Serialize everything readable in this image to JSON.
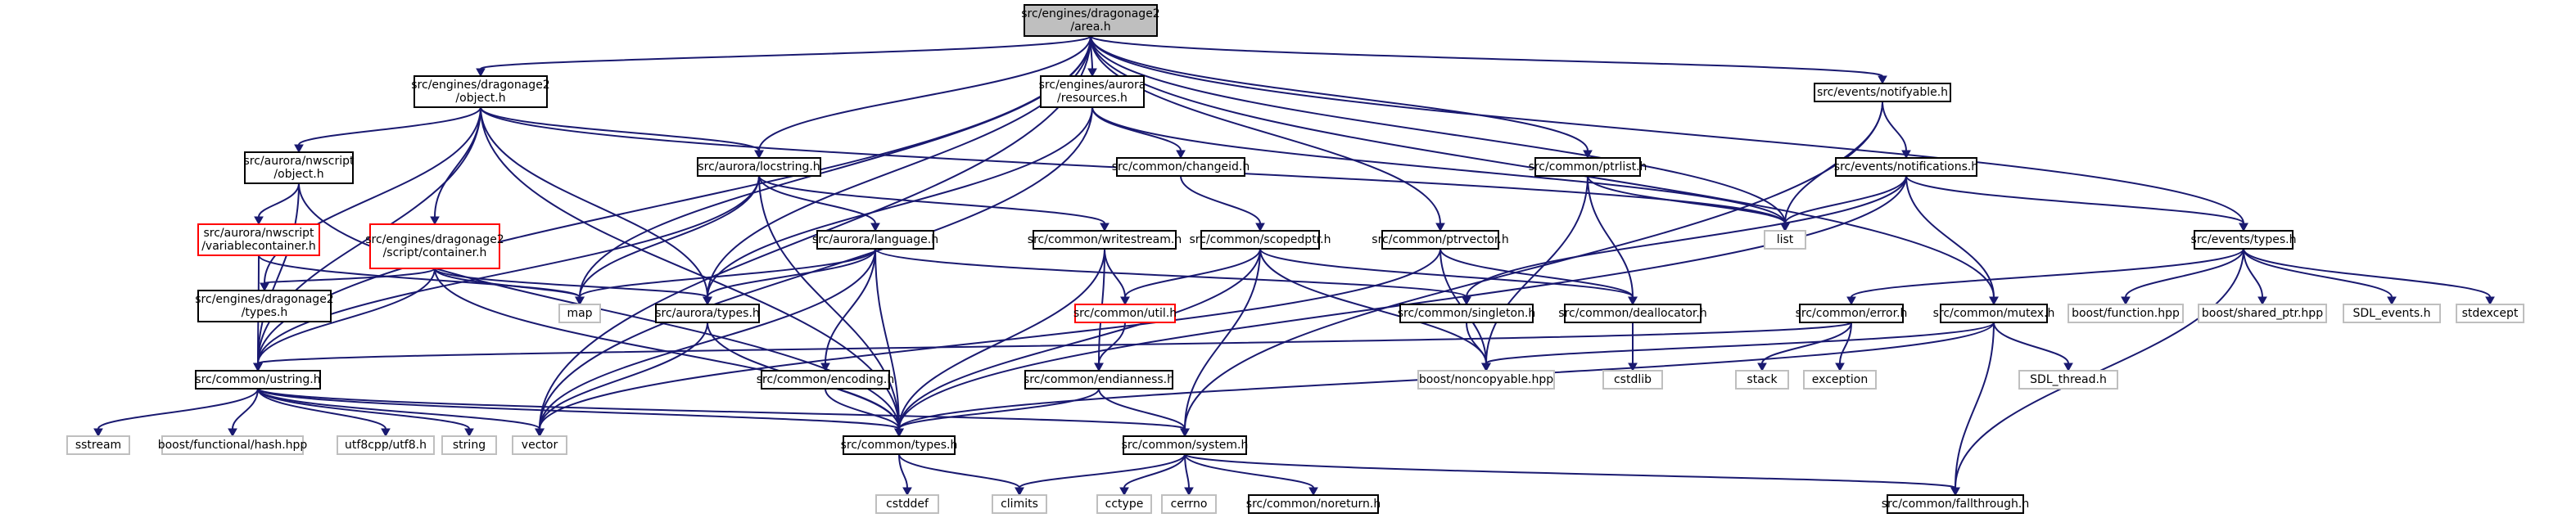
{
  "colors": {
    "edge": "#191970",
    "node_border": "#000000",
    "node_border_external": "#bfbfbf",
    "node_border_truncated": "#ff0000",
    "root_fill": "#bfbfbf",
    "fill": "#ffffff",
    "text": "#000000"
  },
  "nodes": [
    {
      "id": "area",
      "lines": [
        "src/engines/dragonage2",
        "/area.h"
      ],
      "kind": "root"
    },
    {
      "id": "d2object",
      "lines": [
        "src/engines/dragonage2",
        "/object.h"
      ],
      "kind": "normal"
    },
    {
      "id": "resources",
      "lines": [
        "src/engines/aurora",
        "/resources.h"
      ],
      "kind": "normal"
    },
    {
      "id": "notifyable",
      "lines": [
        "src/events/notifyable.h"
      ],
      "kind": "normal"
    },
    {
      "id": "nwobject",
      "lines": [
        "src/aurora/nwscript",
        "/object.h"
      ],
      "kind": "normal"
    },
    {
      "id": "locstring",
      "lines": [
        "src/aurora/locstring.h"
      ],
      "kind": "normal"
    },
    {
      "id": "changeid",
      "lines": [
        "src/common/changeid.h"
      ],
      "kind": "normal"
    },
    {
      "id": "ptrlist",
      "lines": [
        "src/common/ptrlist.h"
      ],
      "kind": "normal"
    },
    {
      "id": "notifications",
      "lines": [
        "src/events/notifications.h"
      ],
      "kind": "normal"
    },
    {
      "id": "varcontainer",
      "lines": [
        "src/aurora/nwscript",
        "/variablecontainer.h"
      ],
      "kind": "truncated"
    },
    {
      "id": "scriptcontainer",
      "lines": [
        "src/engines/dragonage2",
        "/script/container.h"
      ],
      "kind": "truncated"
    },
    {
      "id": "language",
      "lines": [
        "src/aurora/language.h"
      ],
      "kind": "normal"
    },
    {
      "id": "writestream",
      "lines": [
        "src/common/writestream.h"
      ],
      "kind": "normal"
    },
    {
      "id": "scopedptr",
      "lines": [
        "src/common/scopedptr.h"
      ],
      "kind": "normal"
    },
    {
      "id": "ptrvector",
      "lines": [
        "src/common/ptrvector.h"
      ],
      "kind": "normal"
    },
    {
      "id": "list",
      "lines": [
        "list"
      ],
      "kind": "external"
    },
    {
      "id": "eventstypes",
      "lines": [
        "src/events/types.h"
      ],
      "kind": "normal"
    },
    {
      "id": "d2types",
      "lines": [
        "src/engines/dragonage2",
        "/types.h"
      ],
      "kind": "normal"
    },
    {
      "id": "map",
      "lines": [
        "map"
      ],
      "kind": "external"
    },
    {
      "id": "auroratypes",
      "lines": [
        "src/aurora/types.h"
      ],
      "kind": "normal"
    },
    {
      "id": "util",
      "lines": [
        "src/common/util.h"
      ],
      "kind": "truncated"
    },
    {
      "id": "singleton",
      "lines": [
        "src/common/singleton.h"
      ],
      "kind": "normal"
    },
    {
      "id": "deallocator",
      "lines": [
        "src/common/deallocator.h"
      ],
      "kind": "normal"
    },
    {
      "id": "error",
      "lines": [
        "src/common/error.h"
      ],
      "kind": "normal"
    },
    {
      "id": "mutex",
      "lines": [
        "src/common/mutex.h"
      ],
      "kind": "normal"
    },
    {
      "id": "boostfunction",
      "lines": [
        "boost/function.hpp"
      ],
      "kind": "external"
    },
    {
      "id": "boostshared",
      "lines": [
        "boost/shared_ptr.hpp"
      ],
      "kind": "external"
    },
    {
      "id": "sdlevents",
      "lines": [
        "SDL_events.h"
      ],
      "kind": "external"
    },
    {
      "id": "stdexcept",
      "lines": [
        "stdexcept"
      ],
      "kind": "external"
    },
    {
      "id": "ustring",
      "lines": [
        "src/common/ustring.h"
      ],
      "kind": "normal"
    },
    {
      "id": "encoding",
      "lines": [
        "src/common/encoding.h"
      ],
      "kind": "normal"
    },
    {
      "id": "endianness",
      "lines": [
        "src/common/endianness.h"
      ],
      "kind": "normal"
    },
    {
      "id": "cstdlib",
      "lines": [
        "cstdlib"
      ],
      "kind": "external"
    },
    {
      "id": "noncopyable",
      "lines": [
        "boost/noncopyable.hpp"
      ],
      "kind": "external"
    },
    {
      "id": "stack",
      "lines": [
        "stack"
      ],
      "kind": "external"
    },
    {
      "id": "exception",
      "lines": [
        "exception"
      ],
      "kind": "external"
    },
    {
      "id": "sdlthread",
      "lines": [
        "SDL_thread.h"
      ],
      "kind": "external"
    },
    {
      "id": "sstream",
      "lines": [
        "sstream"
      ],
      "kind": "external"
    },
    {
      "id": "boosthash",
      "lines": [
        "boost/functional/hash.hpp"
      ],
      "kind": "external"
    },
    {
      "id": "utf8",
      "lines": [
        "utf8cpp/utf8.h"
      ],
      "kind": "external"
    },
    {
      "id": "string",
      "lines": [
        "string"
      ],
      "kind": "external"
    },
    {
      "id": "vector",
      "lines": [
        "vector"
      ],
      "kind": "external"
    },
    {
      "id": "commontypes",
      "lines": [
        "src/common/types.h"
      ],
      "kind": "normal"
    },
    {
      "id": "system",
      "lines": [
        "src/common/system.h"
      ],
      "kind": "normal"
    },
    {
      "id": "cstddef",
      "lines": [
        "cstddef"
      ],
      "kind": "external"
    },
    {
      "id": "climits",
      "lines": [
        "climits"
      ],
      "kind": "external"
    },
    {
      "id": "cctype",
      "lines": [
        "cctype"
      ],
      "kind": "external"
    },
    {
      "id": "cerrno",
      "lines": [
        "cerrno"
      ],
      "kind": "external"
    },
    {
      "id": "noreturn",
      "lines": [
        "src/common/noreturn.h"
      ],
      "kind": "normal"
    },
    {
      "id": "fallthrough",
      "lines": [
        "src/common/fallthrough.h"
      ],
      "kind": "normal"
    }
  ],
  "edges": [
    [
      "area",
      "d2object"
    ],
    [
      "area",
      "resources"
    ],
    [
      "area",
      "notifyable"
    ],
    [
      "area",
      "locstring"
    ],
    [
      "area",
      "ptrlist"
    ],
    [
      "area",
      "ptrvector"
    ],
    [
      "area",
      "list"
    ],
    [
      "area",
      "map"
    ],
    [
      "area",
      "auroratypes"
    ],
    [
      "area",
      "eventstypes"
    ],
    [
      "area",
      "mutex"
    ],
    [
      "area",
      "ustring"
    ],
    [
      "area",
      "vector"
    ],
    [
      "d2object",
      "nwobject"
    ],
    [
      "d2object",
      "locstring"
    ],
    [
      "d2object",
      "scriptcontainer"
    ],
    [
      "d2object",
      "d2types"
    ],
    [
      "d2object",
      "auroratypes"
    ],
    [
      "d2object",
      "list"
    ],
    [
      "d2object",
      "ustring"
    ],
    [
      "d2object",
      "commontypes"
    ],
    [
      "resources",
      "changeid"
    ],
    [
      "resources",
      "list"
    ],
    [
      "resources",
      "auroratypes"
    ],
    [
      "resources",
      "vector"
    ],
    [
      "notifyable",
      "notifications"
    ],
    [
      "notifyable",
      "list"
    ],
    [
      "notifyable",
      "system"
    ],
    [
      "nwobject",
      "varcontainer"
    ],
    [
      "nwobject",
      "ustring"
    ],
    [
      "nwobject",
      "commontypes"
    ],
    [
      "locstring",
      "language"
    ],
    [
      "locstring",
      "writestream"
    ],
    [
      "locstring",
      "map"
    ],
    [
      "locstring",
      "ustring"
    ],
    [
      "locstring",
      "commontypes"
    ],
    [
      "changeid",
      "scopedptr"
    ],
    [
      "ptrlist",
      "list"
    ],
    [
      "ptrlist",
      "deallocator"
    ],
    [
      "ptrlist",
      "noncopyable"
    ],
    [
      "notifications",
      "eventstypes"
    ],
    [
      "notifications",
      "list"
    ],
    [
      "notifications",
      "singleton"
    ],
    [
      "notifications",
      "mutex"
    ],
    [
      "notifications",
      "commontypes"
    ],
    [
      "varcontainer",
      "map"
    ],
    [
      "varcontainer",
      "ustring"
    ],
    [
      "scriptcontainer",
      "d2types"
    ],
    [
      "scriptcontainer",
      "map"
    ],
    [
      "scriptcontainer",
      "auroratypes"
    ],
    [
      "scriptcontainer",
      "ustring"
    ],
    [
      "scriptcontainer",
      "commontypes"
    ],
    [
      "language",
      "map"
    ],
    [
      "language",
      "auroratypes"
    ],
    [
      "language",
      "encoding"
    ],
    [
      "language",
      "singleton"
    ],
    [
      "language",
      "vector"
    ],
    [
      "language",
      "commontypes"
    ],
    [
      "writestream",
      "util"
    ],
    [
      "writestream",
      "endianness"
    ],
    [
      "writestream",
      "commontypes"
    ],
    [
      "scopedptr",
      "util"
    ],
    [
      "scopedptr",
      "deallocator"
    ],
    [
      "scopedptr",
      "noncopyable"
    ],
    [
      "scopedptr",
      "system"
    ],
    [
      "scopedptr",
      "commontypes"
    ],
    [
      "ptrvector",
      "deallocator"
    ],
    [
      "ptrvector",
      "noncopyable"
    ],
    [
      "ptrvector",
      "vector"
    ],
    [
      "eventstypes",
      "boostfunction"
    ],
    [
      "eventstypes",
      "boostshared"
    ],
    [
      "eventstypes",
      "sdlevents"
    ],
    [
      "eventstypes",
      "stdexcept"
    ],
    [
      "eventstypes",
      "error"
    ],
    [
      "eventstypes",
      "fallthrough"
    ],
    [
      "auroratypes",
      "vector"
    ],
    [
      "auroratypes",
      "commontypes"
    ],
    [
      "util",
      "endianness"
    ],
    [
      "singleton",
      "noncopyable"
    ],
    [
      "deallocator",
      "cstdlib"
    ],
    [
      "error",
      "stack"
    ],
    [
      "error",
      "exception"
    ],
    [
      "error",
      "ustring"
    ],
    [
      "mutex",
      "noncopyable"
    ],
    [
      "mutex",
      "sdlthread"
    ],
    [
      "mutex",
      "commontypes"
    ],
    [
      "mutex",
      "fallthrough"
    ],
    [
      "ustring",
      "sstream"
    ],
    [
      "ustring",
      "boosthash"
    ],
    [
      "ustring",
      "utf8"
    ],
    [
      "ustring",
      "string"
    ],
    [
      "ustring",
      "vector"
    ],
    [
      "ustring",
      "commontypes"
    ],
    [
      "ustring",
      "system"
    ],
    [
      "encoding",
      "commontypes"
    ],
    [
      "endianness",
      "commontypes"
    ],
    [
      "endianness",
      "system"
    ],
    [
      "commontypes",
      "cstddef"
    ],
    [
      "commontypes",
      "climits"
    ],
    [
      "system",
      "climits"
    ],
    [
      "system",
      "cctype"
    ],
    [
      "system",
      "cerrno"
    ],
    [
      "system",
      "noreturn"
    ],
    [
      "system",
      "fallthrough"
    ]
  ]
}
